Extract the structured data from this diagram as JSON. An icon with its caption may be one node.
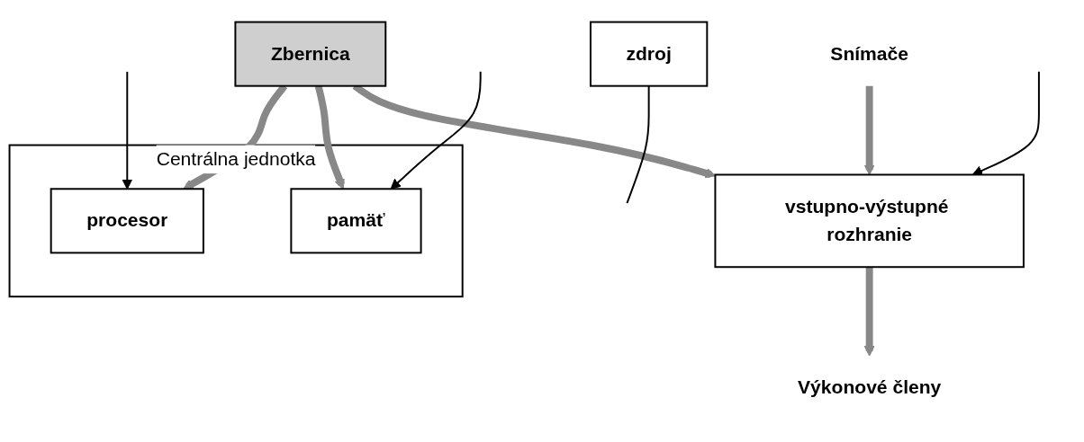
{
  "diagram": {
    "nodes": [
      {
        "text": [
          "Zbernica"
        ]
      },
      {
        "text": [
          "zdroj"
        ]
      },
      {
        "text": [
          "Centrálna jednotka"
        ]
      },
      {
        "text": [
          "procesor"
        ],
        "in": 2
      },
      {
        "text": [
          "pamäť"
        ],
        "in": 2
      },
      {
        "text": [
          "vstupno-výstupné rozhranie"
        ]
      },
      {
        "text": [
          "Snímače"
        ]
      },
      {
        "text": [
          "Výkonové členy"
        ]
      }
    ],
    "edges": [
      {
        "from": 0,
        "to": 3,
        "arrow": "to"
      },
      {
        "from": 0,
        "to": 4,
        "arrow": "to"
      },
      {
        "from": 0,
        "to": 5,
        "arrow": "to"
      },
      {
        "from": 6,
        "to": 5,
        "arrow": "to"
      },
      {
        "from": 5,
        "to": 7,
        "arrow": "to"
      },
      {
        "from": 1,
        "to": null,
        "arrow": "none",
        "color": "#000000"
      },
      {
        "from": null,
        "to": 3,
        "arrow": "to",
        "color": "#000000"
      },
      {
        "from": null,
        "to": 4,
        "arrow": "to",
        "color": "#000000"
      },
      {
        "from": null,
        "to": 5,
        "arrow": "to",
        "color": "#000000"
      }
    ]
  }
}
